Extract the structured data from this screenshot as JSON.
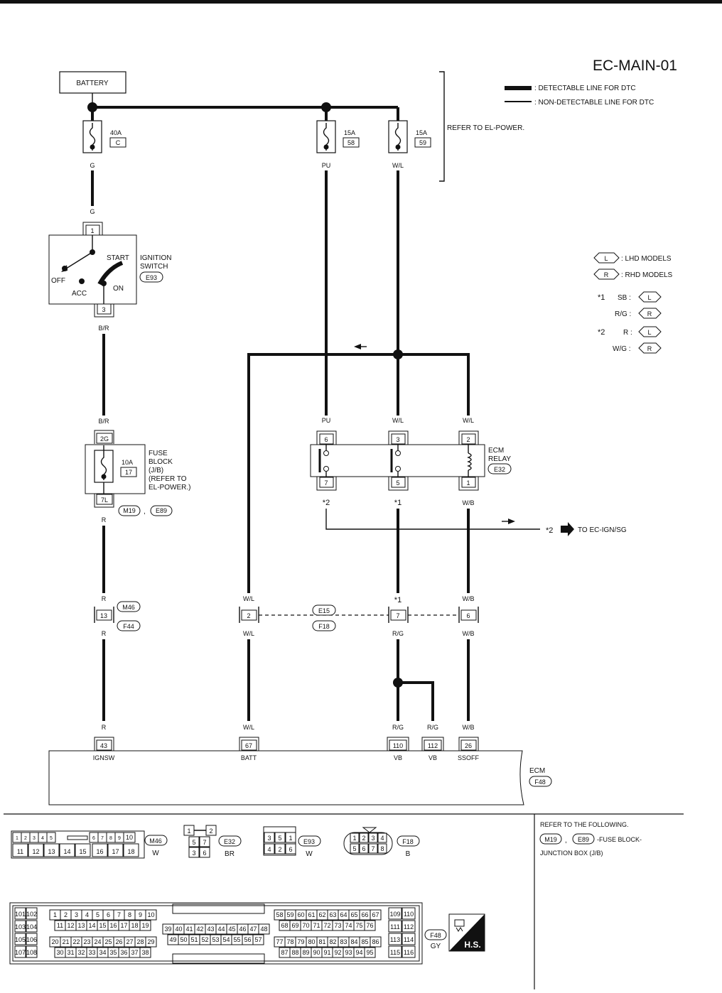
{
  "diagram_title": "EC-MAIN-01",
  "legend": {
    "detectable": ": DETECTABLE LINE FOR DTC",
    "non_detectable": ": NON-DETECTABLE LINE FOR DTC",
    "lhd_key": "L",
    "lhd_text": ": LHD MODELS",
    "rhd_key": "R",
    "rhd_text": ": RHD MODELS",
    "n1_mark": "*1",
    "n1_sb": "SB :",
    "n1_rg": "R/G :",
    "n2_mark": "*2",
    "n2_r": "R :",
    "n2_wg": "W/G :"
  },
  "battery": "BATTERY",
  "refer_power": "REFER TO EL-POWER.",
  "fuses": [
    {
      "amp": "40A",
      "id": "C",
      "wire": "G"
    },
    {
      "amp": "15A",
      "id": "58",
      "wire": "PU"
    },
    {
      "amp": "15A",
      "id": "59",
      "wire": "W/L"
    }
  ],
  "ignition": {
    "wire_in": "G",
    "pin_top": "1",
    "pin_bottom": "3",
    "wire_out": "B/R",
    "start": "START",
    "off": "OFF",
    "acc": "ACC",
    "on": "ON",
    "name1": "IGNITION",
    "name2": "SWITCH",
    "connector": "E93"
  },
  "fuse_block": {
    "wire_in": "B/R",
    "pin_top": "2G",
    "pin_bottom": "7L",
    "amp": "10A",
    "id": "17",
    "l1": "FUSE",
    "l2": "BLOCK",
    "l3": "(J/B)",
    "l4": "(REFER TO",
    "l5": "EL-POWER.)",
    "wire_out": "R",
    "conn1": "M19",
    "conn2": "E89",
    "comma": ","
  },
  "relay": {
    "w_pu": "PU",
    "w_wl": "W/L",
    "w_wl2": "W/L",
    "pins_top": [
      "6",
      "3",
      "2"
    ],
    "pins_bottom": [
      "7",
      "5",
      "1"
    ],
    "l1": "ECM",
    "l2": "RELAY",
    "connector": "E32",
    "under": [
      "*2",
      "*1",
      "W/B"
    ]
  },
  "to_ign": "TO EC-IGN/SG",
  "to_ign_mark": "*2",
  "harness": {
    "conn_a": "M46",
    "conn_b": "F44",
    "conn_c": "E15",
    "conn_d": "F18",
    "cols": [
      {
        "above": "R",
        "pin": "13",
        "below": "R"
      },
      {
        "above": "W/L",
        "pin": "2",
        "below": "W/L"
      },
      {
        "above": "*1",
        "pin": "7",
        "below": "R/G"
      },
      {
        "above": "W/B",
        "pin": "6",
        "below": "W/B"
      }
    ]
  },
  "ecm": {
    "name": "ECM",
    "connector": "F48",
    "pins": [
      {
        "wire": "R",
        "pin": "43",
        "label": "IGNSW"
      },
      {
        "wire": "W/L",
        "pin": "67",
        "label": "BATT"
      },
      {
        "wire": "R/G",
        "pin": "110",
        "label": "VB"
      },
      {
        "wire": "R/G",
        "pin": "112",
        "label": "VB"
      },
      {
        "wire": "W/B",
        "pin": "26",
        "label": "SSOFF"
      }
    ]
  },
  "bottom": {
    "m46": "M46",
    "m46c": "W",
    "e32": "E32",
    "e32c": "BR",
    "e93": "E93",
    "e93c": "W",
    "f18": "F18",
    "f18c": "B",
    "f48": "F48",
    "f48c": "GY",
    "hs": "H.S.",
    "refer1": "REFER TO THE FOLLOWING.",
    "refer_m19": "M19",
    "refer_e89": "E89",
    "refer_comma": ",",
    "refer2": "-FUSE BLOCK-",
    "refer3": "JUNCTION BOX (J/B)"
  }
}
